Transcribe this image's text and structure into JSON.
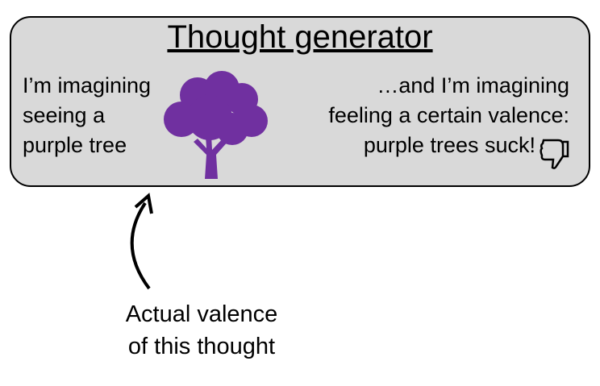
{
  "title": "Thought generator",
  "left_text": [
    "I’m imagining",
    "seeing a",
    "purple tree"
  ],
  "right_text": [
    "…and I’m imagining",
    "feeling a certain valence:",
    "purple trees suck!"
  ],
  "caption": [
    "Actual valence",
    "of this thought"
  ],
  "colors": {
    "box": "#d9d9d9",
    "tree": "#7030a0"
  }
}
